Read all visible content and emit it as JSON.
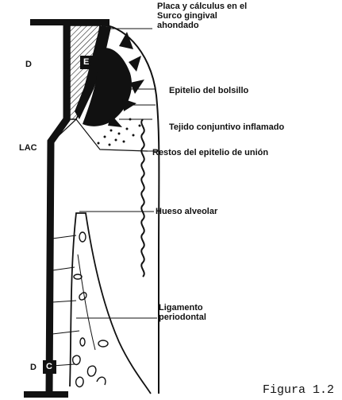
{
  "labels": {
    "placa_line1": "Placa y cálculus en el",
    "placa_line2": "Surco gingival",
    "placa_line3": "ahondado",
    "epitelio_bolsillo": "Epitelio del bolsillo",
    "tejido_conjuntivo": "Tejido conjuntivo inflamado",
    "restos_epitelio": "Restos del epitelio de unión",
    "hueso_alveolar": "Hueso alveolar",
    "ligamento_line1": "Ligamento",
    "ligamento_line2": "periodontal",
    "lac": "LAC",
    "d_upper": "D",
    "d_lower": "D",
    "e_box": "E",
    "c_box": "C"
  },
  "caption": "Figura 1.2"
}
